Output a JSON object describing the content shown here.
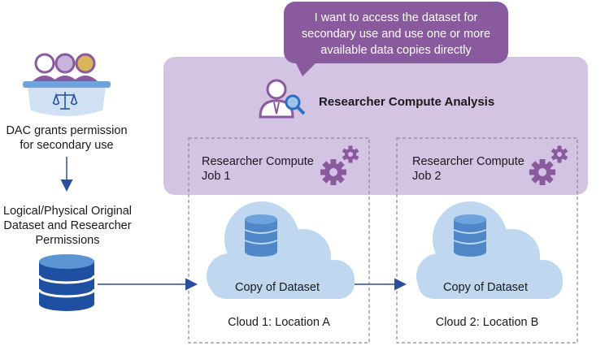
{
  "colors": {
    "purple_panel": "#d2c4e2",
    "purple_dark": "#8a5a9e",
    "cloud_fill": "#bfd7ef",
    "db_blue": "#5b95d3",
    "db_dark": "#1f4fa0",
    "arrow": "#2b4f9e",
    "dashed": "#8c8c8c"
  },
  "speech_bubble": {
    "text": "I want to access the dataset for secondary use and use one or more available data copies directly"
  },
  "researcher_panel": {
    "title": "Researcher Compute Analysis",
    "icon": "researcher-magnifier-icon"
  },
  "dac": {
    "icon": "committee-scales-icon",
    "label": "DAC grants permission for secondary use"
  },
  "original_dataset": {
    "icon": "database-icon",
    "label": "Logical/Physical Original Dataset and Researcher Permissions"
  },
  "cloud1": {
    "job_label": "Researcher Compute Job 1",
    "copy_label": "Copy of Dataset",
    "location_label": "Cloud 1: Location A",
    "icon": "gears-icon"
  },
  "cloud2": {
    "job_label": "Researcher Compute Job 2",
    "copy_label": "Copy of Dataset",
    "location_label": "Cloud 2: Location B",
    "icon": "gears-icon"
  }
}
